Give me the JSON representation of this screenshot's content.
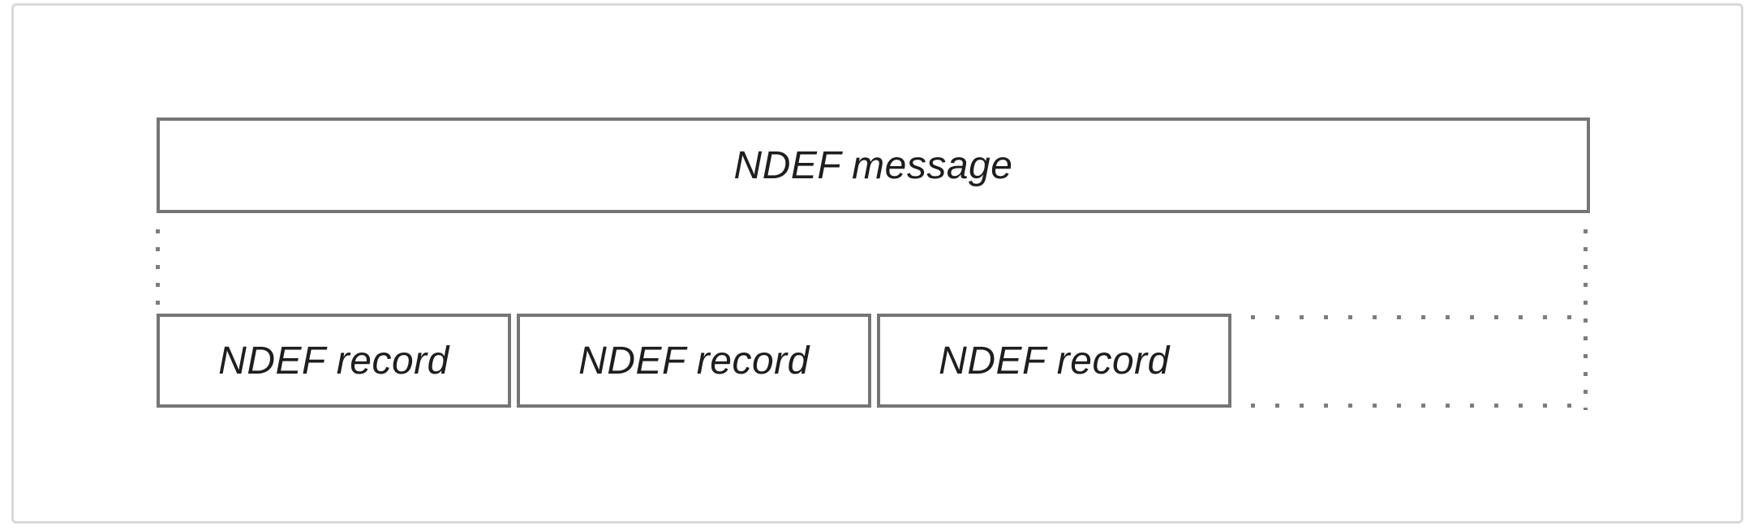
{
  "diagram": {
    "message_box": {
      "label": "NDEF message"
    },
    "record_boxes": [
      {
        "label": "NDEF record"
      },
      {
        "label": "NDEF record"
      },
      {
        "label": "NDEF record"
      }
    ],
    "colors": {
      "box_border": "#757575",
      "dot": "#7d7d7d",
      "text": "#1e1e1e",
      "card_border": "#d9d9d9",
      "background": "#ffffff"
    }
  }
}
